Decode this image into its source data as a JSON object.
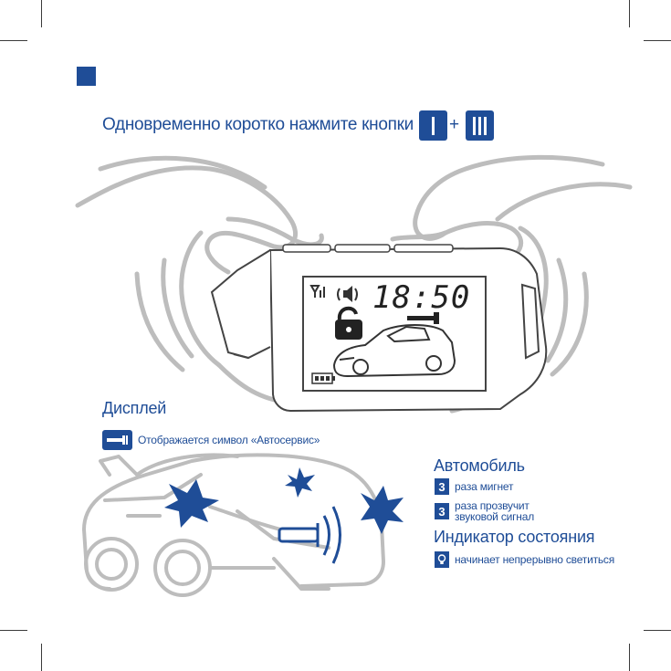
{
  "instruction": {
    "text": "Одновременно коротко нажмите кнопки",
    "plus": "+",
    "button_1": "button-one-icon",
    "button_3": "button-three-icon"
  },
  "remote": {
    "time": "18:50"
  },
  "display_section": {
    "title": "Дисплей",
    "text": "Отображается символ «Автосервис»",
    "icon": "wrench-icon"
  },
  "car_section": {
    "title": "Автомобиль",
    "blink_count": "3",
    "blink_text": "раза мигнет",
    "beep_count": "3",
    "beep_text_1": "раза прозвучит",
    "beep_text_2": "звуковой сигнал"
  },
  "indicator_section": {
    "title": "Индикатор состояния",
    "text": "начинает непрерывно светиться",
    "icon": "bulb-icon"
  },
  "colors": {
    "brand_blue": "#1f4d97",
    "line_gray": "#bdbdbd",
    "dark_gray": "#444444"
  }
}
